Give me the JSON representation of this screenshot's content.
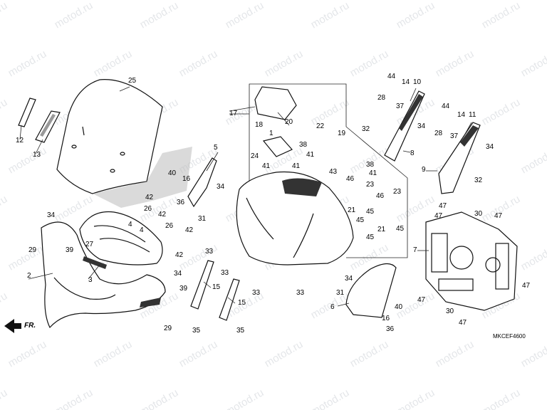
{
  "diagram_code": "MKCEF4600",
  "front_indicator": "FR.",
  "watermark_text": "motod.ru",
  "callouts": [
    {
      "id": "c1",
      "text": "1"
    },
    {
      "id": "c2",
      "text": "2"
    },
    {
      "id": "c3",
      "text": "3"
    },
    {
      "id": "c4a",
      "text": "4"
    },
    {
      "id": "c4b",
      "text": "4"
    },
    {
      "id": "c5",
      "text": "5"
    },
    {
      "id": "c6",
      "text": "6"
    },
    {
      "id": "c7",
      "text": "7"
    },
    {
      "id": "c8",
      "text": "8"
    },
    {
      "id": "c9",
      "text": "9"
    },
    {
      "id": "c10",
      "text": "10"
    },
    {
      "id": "c11",
      "text": "11"
    },
    {
      "id": "c12",
      "text": "12"
    },
    {
      "id": "c13",
      "text": "13"
    },
    {
      "id": "c14a",
      "text": "14"
    },
    {
      "id": "c14b",
      "text": "14"
    },
    {
      "id": "c15a",
      "text": "15"
    },
    {
      "id": "c15b",
      "text": "15"
    },
    {
      "id": "c16a",
      "text": "16"
    },
    {
      "id": "c16b",
      "text": "16"
    },
    {
      "id": "c17",
      "text": "17"
    },
    {
      "id": "c18",
      "text": "18"
    },
    {
      "id": "c19",
      "text": "19"
    },
    {
      "id": "c20",
      "text": "20"
    },
    {
      "id": "c21a",
      "text": "21"
    },
    {
      "id": "c21b",
      "text": "21"
    },
    {
      "id": "c22",
      "text": "22"
    },
    {
      "id": "c23a",
      "text": "23"
    },
    {
      "id": "c23b",
      "text": "23"
    },
    {
      "id": "c24",
      "text": "24"
    },
    {
      "id": "c25",
      "text": "25"
    },
    {
      "id": "c26a",
      "text": "26"
    },
    {
      "id": "c26b",
      "text": "26"
    },
    {
      "id": "c27",
      "text": "27"
    },
    {
      "id": "c28a",
      "text": "28"
    },
    {
      "id": "c28b",
      "text": "28"
    },
    {
      "id": "c29a",
      "text": "29"
    },
    {
      "id": "c29b",
      "text": "29"
    },
    {
      "id": "c30a",
      "text": "30"
    },
    {
      "id": "c30b",
      "text": "30"
    },
    {
      "id": "c31a",
      "text": "31"
    },
    {
      "id": "c31b",
      "text": "31"
    },
    {
      "id": "c32a",
      "text": "32"
    },
    {
      "id": "c32b",
      "text": "32"
    },
    {
      "id": "c33a",
      "text": "33"
    },
    {
      "id": "c33b",
      "text": "33"
    },
    {
      "id": "c33c",
      "text": "33"
    },
    {
      "id": "c33d",
      "text": "33"
    },
    {
      "id": "c34a",
      "text": "34"
    },
    {
      "id": "c34b",
      "text": "34"
    },
    {
      "id": "c34c",
      "text": "34"
    },
    {
      "id": "c34d",
      "text": "34"
    },
    {
      "id": "c34e",
      "text": "34"
    },
    {
      "id": "c34f",
      "text": "34"
    },
    {
      "id": "c35a",
      "text": "35"
    },
    {
      "id": "c35b",
      "text": "35"
    },
    {
      "id": "c36a",
      "text": "36"
    },
    {
      "id": "c36b",
      "text": "36"
    },
    {
      "id": "c37a",
      "text": "37"
    },
    {
      "id": "c37b",
      "text": "37"
    },
    {
      "id": "c38a",
      "text": "38"
    },
    {
      "id": "c38b",
      "text": "38"
    },
    {
      "id": "c39a",
      "text": "39"
    },
    {
      "id": "c39b",
      "text": "39"
    },
    {
      "id": "c40a",
      "text": "40"
    },
    {
      "id": "c40b",
      "text": "40"
    },
    {
      "id": "c41a",
      "text": "41"
    },
    {
      "id": "c41b",
      "text": "41"
    },
    {
      "id": "c41c",
      "text": "41"
    },
    {
      "id": "c41d",
      "text": "41"
    },
    {
      "id": "c42a",
      "text": "42"
    },
    {
      "id": "c42b",
      "text": "42"
    },
    {
      "id": "c42c",
      "text": "42"
    },
    {
      "id": "c42d",
      "text": "42"
    },
    {
      "id": "c43",
      "text": "43"
    },
    {
      "id": "c44a",
      "text": "44"
    },
    {
      "id": "c44b",
      "text": "44"
    },
    {
      "id": "c45a",
      "text": "45"
    },
    {
      "id": "c45b",
      "text": "45"
    },
    {
      "id": "c45c",
      "text": "45"
    },
    {
      "id": "c45d",
      "text": "45"
    },
    {
      "id": "c46a",
      "text": "46"
    },
    {
      "id": "c46b",
      "text": "46"
    },
    {
      "id": "c47a",
      "text": "47"
    },
    {
      "id": "c47b",
      "text": "47"
    },
    {
      "id": "c47c",
      "text": "47"
    },
    {
      "id": "c47d",
      "text": "47"
    },
    {
      "id": "c47e",
      "text": "47"
    },
    {
      "id": "c47f",
      "text": "47"
    }
  ]
}
